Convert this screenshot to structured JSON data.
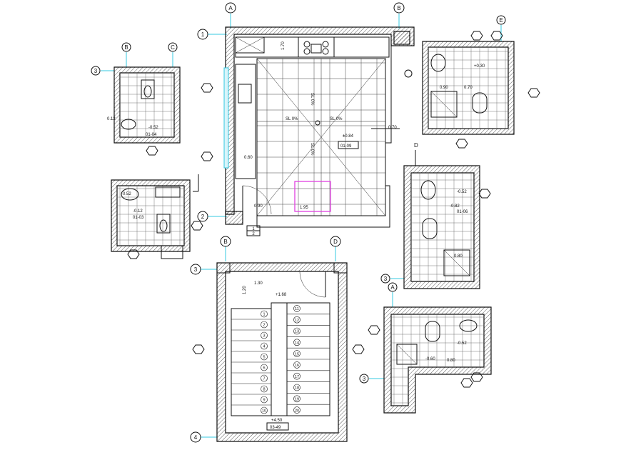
{
  "colors": {
    "line": "#111111",
    "accent_cyan": "#35c8e0",
    "accent_pink": "#e040e0",
    "background": "#ffffff"
  },
  "kitchen": {
    "grid_labels": [
      "A",
      "B",
      "1",
      "2"
    ],
    "dims": {
      "d_top": "1.70",
      "d_left": "0.60",
      "d_bottom": "0.90",
      "d_right": "0.70"
    },
    "slopes": {
      "s1": "SL 0%",
      "s2": "SL 0%",
      "s3": "SL 0%",
      "s4": "SL 0%"
    },
    "level": "±0.84",
    "level_tag": "01-09",
    "dim_box": "1.95",
    "section_mark_num": "1",
    "section_mark_den": "2"
  },
  "bath_a": {
    "grid_labels": [
      "B",
      "C",
      "3"
    ],
    "level": "-0.52",
    "tag": "01-04",
    "dim": "0.12"
  },
  "bath_b": {
    "level_a": "-0.52",
    "level_b": "-0.12",
    "tag": "01-03"
  },
  "bath_c": {
    "grid_label": "E",
    "level": "+0.30",
    "dims": [
      "0.90",
      "0.70"
    ]
  },
  "bath_d": {
    "grid_labels": [
      "D",
      "3"
    ],
    "level_a": "-0.52",
    "level_b": "-0.82",
    "tag": "01-06",
    "dim": "0.80"
  },
  "bath_e": {
    "grid_labels": [
      "A",
      "3"
    ],
    "levels": [
      "-0.60",
      "-0.52"
    ],
    "dim": "0.80"
  },
  "stair": {
    "grid_labels": [
      "B",
      "D",
      "3",
      "4"
    ],
    "level_top": "+1.68",
    "level_bottom": "+4.50",
    "tag": "03-49",
    "dim_top": "1.30",
    "dim_side": "1.20",
    "left_steps": [
      "1",
      "2",
      "3",
      "4",
      "5",
      "6",
      "7",
      "8",
      "9",
      "10"
    ],
    "right_steps": [
      "11",
      "12",
      "13",
      "14",
      "15",
      "16",
      "17",
      "18",
      "19",
      "20"
    ]
  }
}
